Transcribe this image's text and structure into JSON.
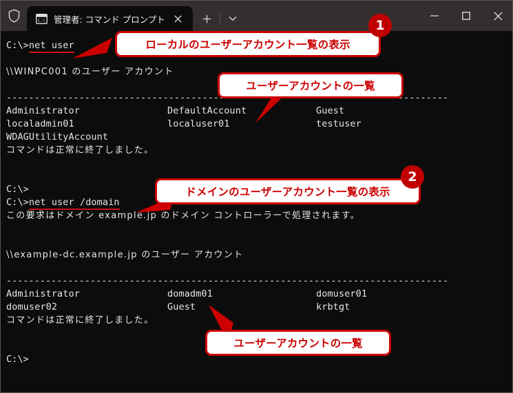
{
  "window": {
    "shield_icon": "shield-icon",
    "tab": {
      "icon": "console-icon",
      "title": "管理者: コマンド プロンプト",
      "close_label": "✕"
    },
    "new_tab_label": "+",
    "tab_menu_label": "⌄",
    "controls": {
      "minimize": "minimize-icon",
      "maximize": "maximize-icon",
      "close": "close-icon"
    },
    "colors": {
      "titlebar": "#332f2e",
      "terminal_bg": "#0c0c0c",
      "terminal_fg": "#e6e6e6",
      "accent_red": "#cc0000",
      "badge_red": "#c00000"
    }
  },
  "terminal": {
    "lines": [
      {
        "type": "prompt_cmd",
        "prompt": "C:\\>",
        "command": "net user"
      },
      {
        "type": "blank",
        "text": " "
      },
      {
        "type": "jp",
        "text": "\\\\WINPC001 のユーザー アカウント"
      },
      {
        "type": "blank",
        "text": " "
      },
      {
        "type": "dash",
        "text": "-------------------------------------------------------------------------------"
      },
      {
        "type": "cols",
        "c1": "Administrator",
        "c2": "DefaultAccount",
        "c3": "Guest"
      },
      {
        "type": "cols",
        "c1": "localadmin01",
        "c2": "localuser01",
        "c3": "testuser"
      },
      {
        "type": "cols",
        "c1": "WDAGUtilityAccount",
        "c2": "",
        "c3": ""
      },
      {
        "type": "jp",
        "text": "コマンドは正常に終了しました。"
      },
      {
        "type": "blank",
        "text": " "
      },
      {
        "type": "blank",
        "text": " "
      },
      {
        "type": "plain",
        "text": "C:\\>"
      },
      {
        "type": "prompt_cmd",
        "prompt": "C:\\>",
        "command": "net user /domain"
      },
      {
        "type": "jp",
        "text": "この要求はドメイン example.jp のドメイン コントローラーで処理されます。"
      },
      {
        "type": "blank",
        "text": " "
      },
      {
        "type": "blank",
        "text": " "
      },
      {
        "type": "jp",
        "text": "\\\\example-dc.example.jp のユーザー アカウント"
      },
      {
        "type": "blank",
        "text": " "
      },
      {
        "type": "dash",
        "text": "-------------------------------------------------------------------------------"
      },
      {
        "type": "cols",
        "c1": "Administrator",
        "c2": "domadm01",
        "c3": "domuser01"
      },
      {
        "type": "cols",
        "c1": "domuser02",
        "c2": "Guest",
        "c3": "krbtgt"
      },
      {
        "type": "jp",
        "text": "コマンドは正常に終了しました。"
      },
      {
        "type": "blank",
        "text": " "
      },
      {
        "type": "blank",
        "text": " "
      },
      {
        "type": "plain",
        "text": "C:\\>"
      }
    ]
  },
  "annotations": {
    "callouts": [
      {
        "id": "callout-local-users",
        "text": "ローカルのユーザーアカウント一覧の表示"
      },
      {
        "id": "callout-user-list-local",
        "text": "ユーザーアカウントの一覧"
      },
      {
        "id": "callout-domain-users",
        "text": "ドメインのユーザーアカウント一覧の表示"
      },
      {
        "id": "callout-user-list-domain",
        "text": "ユーザーアカウントの一覧"
      }
    ],
    "badges": [
      {
        "id": "badge-1",
        "text": "1"
      },
      {
        "id": "badge-2",
        "text": "2"
      }
    ]
  }
}
